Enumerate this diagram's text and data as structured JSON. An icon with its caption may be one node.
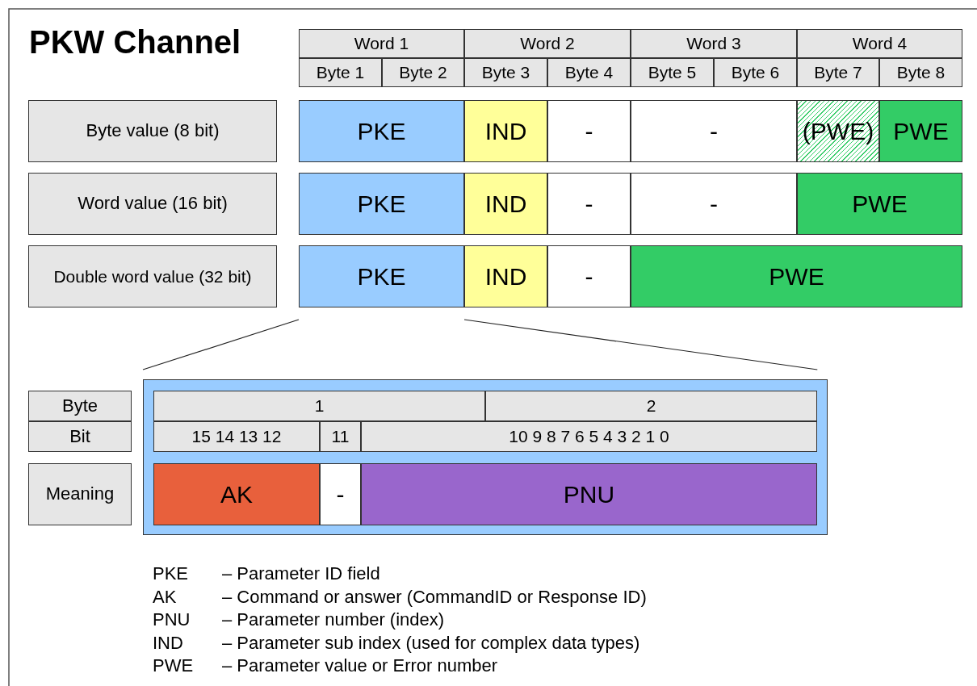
{
  "diagram": {
    "title": "PKW Channel",
    "nodes": [
      {
        "text": [
          "Word 1"
        ]
      },
      {
        "text": [
          "Word 2"
        ]
      },
      {
        "text": [
          "Word 3"
        ]
      },
      {
        "text": [
          "Word 4"
        ]
      },
      {
        "text": [
          "Byte 1"
        ]
      },
      {
        "text": [
          "Byte 2"
        ]
      },
      {
        "text": [
          "Byte 3"
        ]
      },
      {
        "text": [
          "Byte 4"
        ]
      },
      {
        "text": [
          "Byte 5"
        ]
      },
      {
        "text": [
          "Byte 6"
        ]
      },
      {
        "text": [
          "Byte 7"
        ]
      },
      {
        "text": [
          "Byte 8"
        ]
      },
      {
        "text": [
          "Byte value (8 bit)"
        ]
      },
      {
        "text": [
          "PKE"
        ]
      },
      {
        "text": [
          "IND"
        ]
      },
      {
        "text": [
          "-"
        ]
      },
      {
        "text": [
          "-"
        ]
      },
      {
        "text": [
          "(PWE)"
        ]
      },
      {
        "text": [
          "PWE"
        ]
      },
      {
        "text": [
          "Word value (16 bit)"
        ]
      },
      {
        "text": [
          "PKE"
        ]
      },
      {
        "text": [
          "IND"
        ]
      },
      {
        "text": [
          "-"
        ]
      },
      {
        "text": [
          "-"
        ]
      },
      {
        "text": [
          "PWE"
        ]
      },
      {
        "text": [
          "Double word value (32 bit)"
        ]
      },
      {
        "text": [
          "PKE"
        ]
      },
      {
        "text": [
          "IND"
        ]
      },
      {
        "text": [
          "-"
        ]
      },
      {
        "text": [
          "PWE"
        ]
      },
      {
        "text": [
          "Byte"
        ]
      },
      {
        "text": [
          "Bit"
        ]
      },
      {
        "text": [
          "Meaning"
        ]
      },
      {
        "text": [],
        "shape": "box"
      },
      {
        "text": [
          "1"
        ],
        "in": 33
      },
      {
        "text": [
          "2"
        ],
        "in": 33
      },
      {
        "text": [
          "15 14 13 12"
        ],
        "in": 33
      },
      {
        "text": [
          "11"
        ],
        "in": 33
      },
      {
        "text": [
          "10 9 8 7 6 5 4 3 2 1 0"
        ],
        "in": 33
      },
      {
        "text": [
          "AK"
        ],
        "in": 33
      },
      {
        "text": [
          "-"
        ],
        "in": 33
      },
      {
        "text": [
          "PNU"
        ],
        "in": 33
      }
    ],
    "edges": [
      {
        "from": 26,
        "to": 33,
        "arrow": "none"
      },
      {
        "from": 26,
        "to": 33,
        "arrow": "none"
      }
    ],
    "labels": [
      "PKE",
      "– Parameter ID field",
      "AK",
      "– Command or answer (CommandID or Response ID)",
      "PNU",
      "– Parameter number (index)",
      "IND",
      "– Parameter sub index (used for complex data types)",
      "PWE",
      "– Parameter value or Error number"
    ]
  }
}
